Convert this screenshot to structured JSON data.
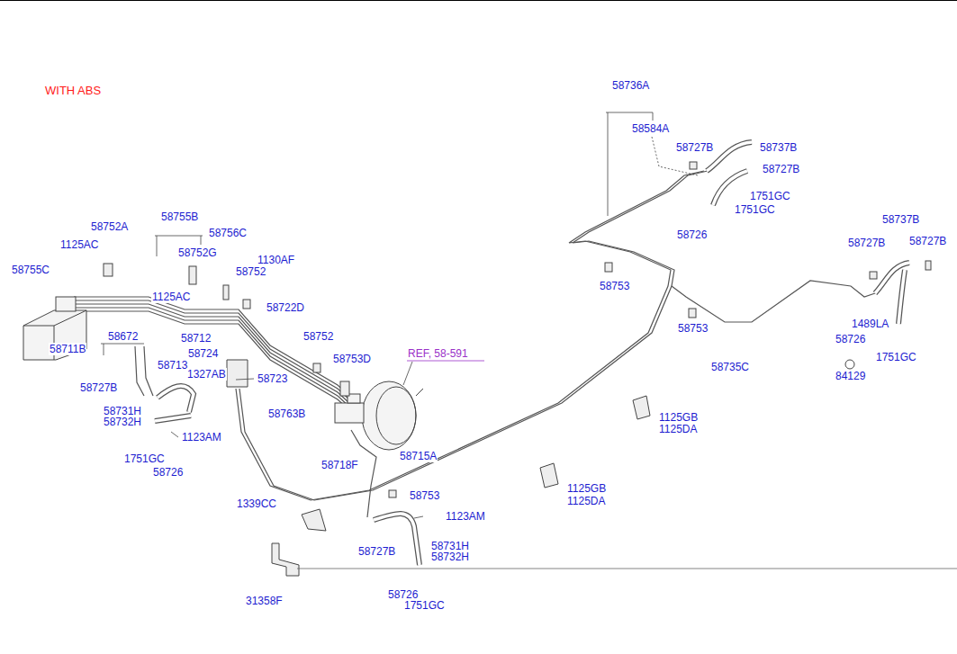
{
  "diagram": {
    "title": "WITH ABS",
    "labels": [
      "58736A",
      "58584A",
      "58727B",
      "58737B",
      "58727B",
      "1751GC",
      "1751GC",
      "58726",
      "58755B",
      "58752A",
      "58756C",
      "1125AC",
      "58752G",
      "58737B",
      "58727B",
      "58727B",
      "1130AF",
      "58755C",
      "58752",
      "58753",
      "1125AC",
      "58722D",
      "58712",
      "58672",
      "58752",
      "1489LA",
      "58753",
      "58711B",
      "58724",
      "REF, 58-591",
      "58726",
      "58713",
      "1327AB",
      "58753D",
      "1751GC",
      "58735C",
      "58723",
      "84129",
      "58727B",
      "58731H",
      "58763B",
      "58732H",
      "1125GB",
      "1125DA",
      "1123AM",
      "58715A",
      "1751GC",
      "58718F",
      "58726",
      "1125GB",
      "1125DA",
      "1339CC",
      "58753",
      "1123AM",
      "58727B",
      "58731H",
      "58732H",
      "58726",
      "1751GC",
      "31358F"
    ]
  }
}
